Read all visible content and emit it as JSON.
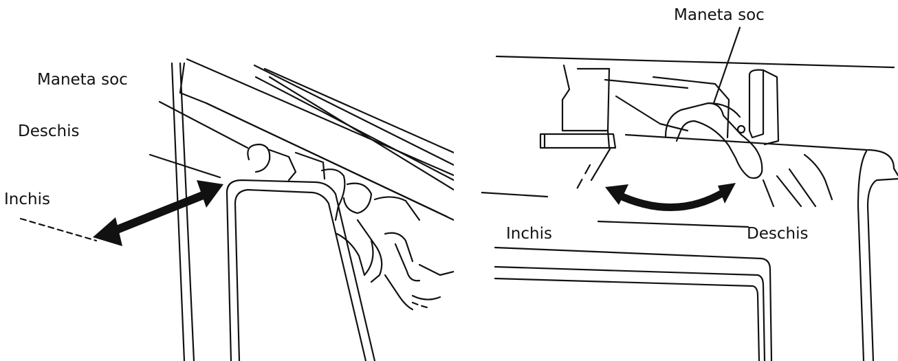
{
  "left_panel": {
    "labels": {
      "handle": "Maneta soc",
      "open": "Deschis",
      "closed": "Inchis"
    }
  },
  "right_panel": {
    "labels": {
      "handle": "Maneta soc",
      "closed": "Inchis",
      "open": "Deschis"
    }
  },
  "colors": {
    "ink": "#111111",
    "background": "#ffffff"
  }
}
